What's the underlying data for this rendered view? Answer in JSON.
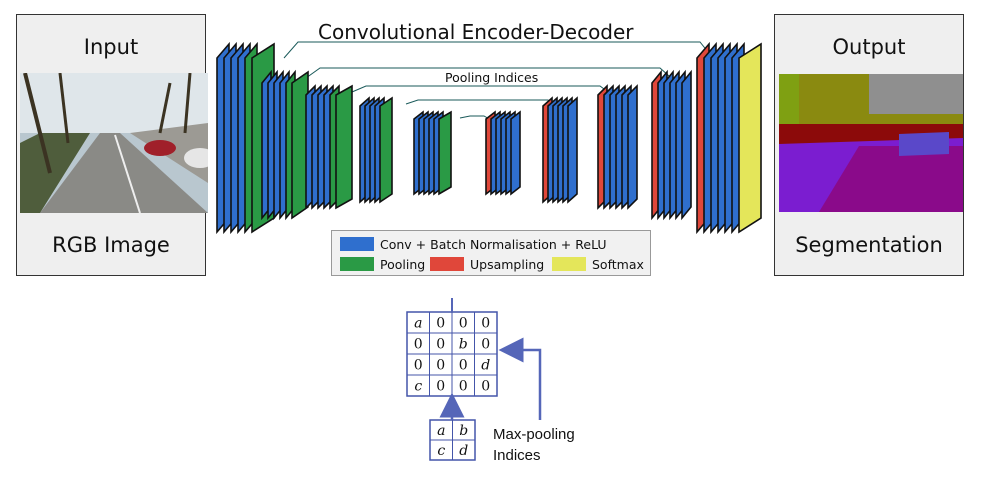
{
  "title": "Convolutional Encoder-Decoder",
  "pooling_indices_label": "Pooling Indices",
  "input": {
    "title": "Input",
    "caption": "RGB Image"
  },
  "output": {
    "title": "Output",
    "caption": "Segmentation"
  },
  "legend": {
    "conv": "Conv + Batch Normalisation + ReLU",
    "pooling": "Pooling",
    "upsampling": "Upsampling",
    "softmax": "Softmax"
  },
  "colors": {
    "conv": "#2f6fce",
    "conv_light": "#4b8fe2",
    "pooling": "#2a9a45",
    "upsampling": "#e0473a",
    "softmax": "#e4e65a",
    "arrow": "#5566b8",
    "grid": "#4455aa"
  },
  "bottom": {
    "sparse_matrix": [
      [
        "a",
        "0",
        "0",
        "0"
      ],
      [
        "0",
        "0",
        "b",
        "0"
      ],
      [
        "0",
        "0",
        "0",
        "d"
      ],
      [
        "c",
        "0",
        "0",
        "0"
      ]
    ],
    "pooled_matrix": [
      [
        "a",
        "b"
      ],
      [
        "c",
        "d"
      ]
    ],
    "label_line1": "Max-pooling",
    "label_line2": "Indices"
  }
}
